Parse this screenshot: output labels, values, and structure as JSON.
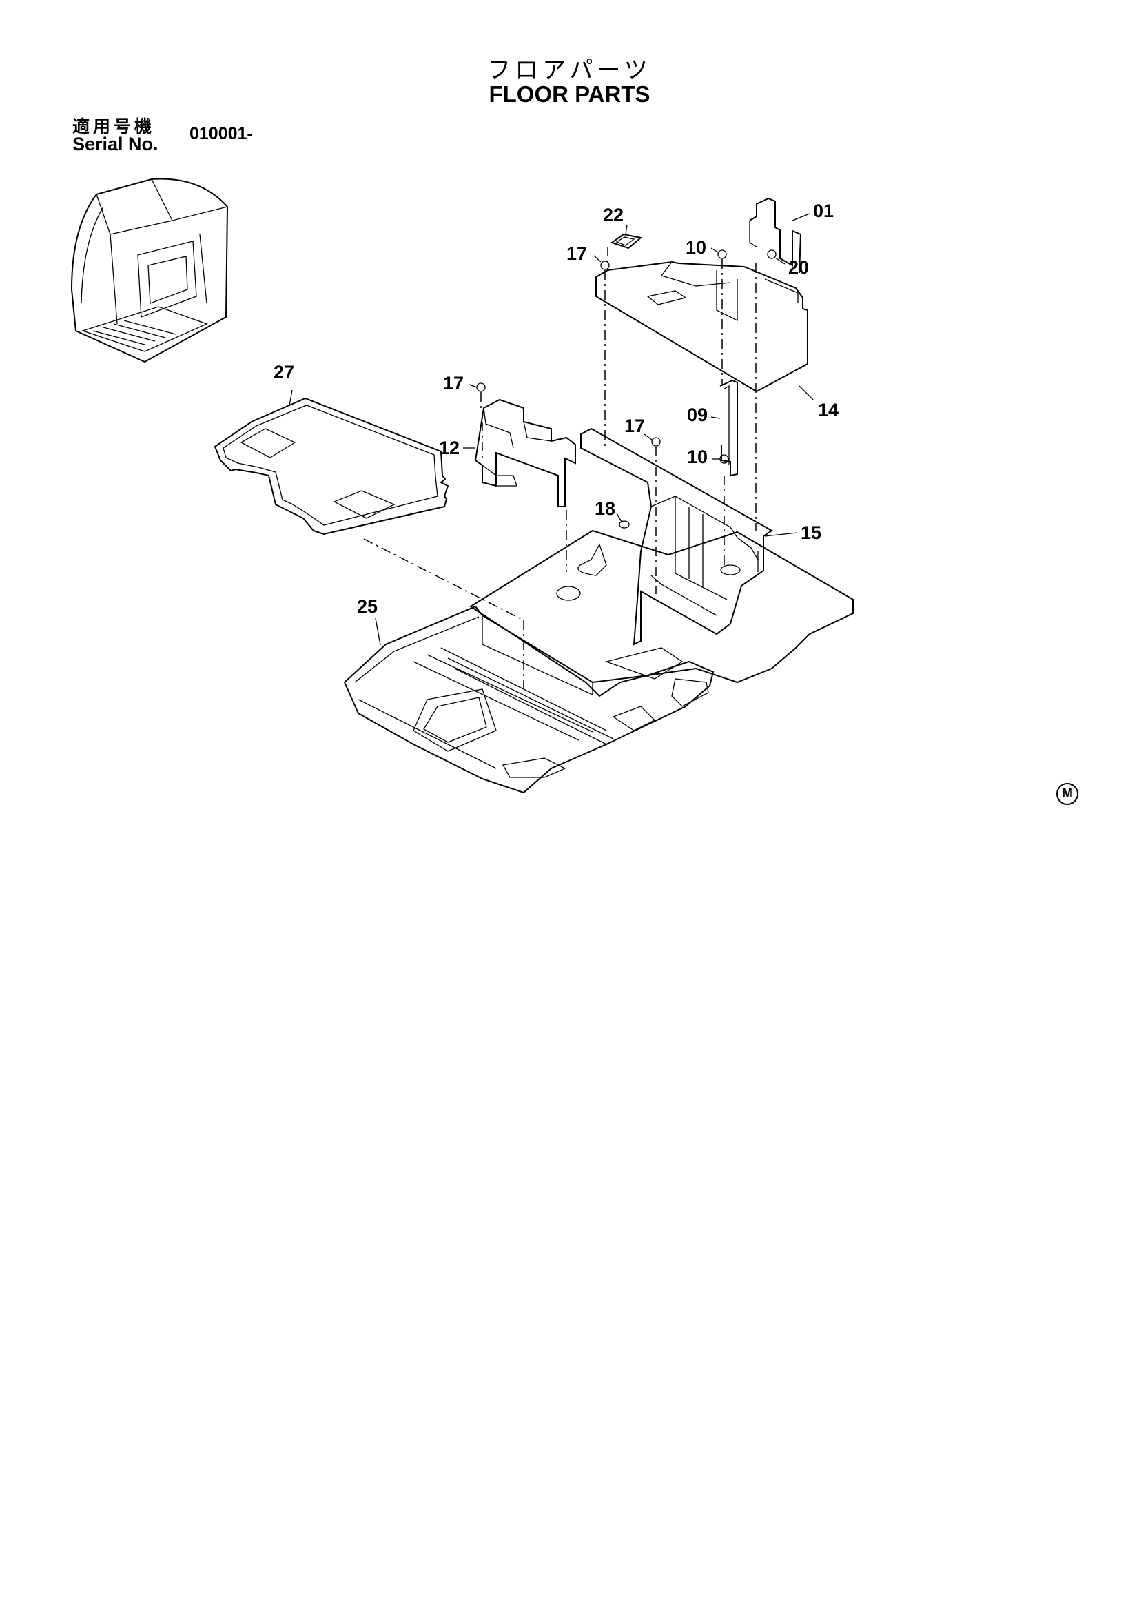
{
  "title": {
    "japanese": "フロアパーツ",
    "english": "FLOOR PARTS"
  },
  "serial": {
    "label_jp": "適用号機",
    "label_en": "Serial No.",
    "value": "010001-"
  },
  "callouts": [
    {
      "id": "c01",
      "label": "01"
    },
    {
      "id": "c20",
      "label": "20"
    },
    {
      "id": "c22",
      "label": "22"
    },
    {
      "id": "c10a",
      "label": "10"
    },
    {
      "id": "c17a",
      "label": "17"
    },
    {
      "id": "c14",
      "label": "14"
    },
    {
      "id": "c27",
      "label": "27"
    },
    {
      "id": "c17b",
      "label": "17"
    },
    {
      "id": "c12",
      "label": "12"
    },
    {
      "id": "c09",
      "label": "09"
    },
    {
      "id": "c17c",
      "label": "17"
    },
    {
      "id": "c10b",
      "label": "10"
    },
    {
      "id": "c18",
      "label": "18"
    },
    {
      "id": "c15",
      "label": "15"
    },
    {
      "id": "c25",
      "label": "25"
    }
  ],
  "mark": "M"
}
